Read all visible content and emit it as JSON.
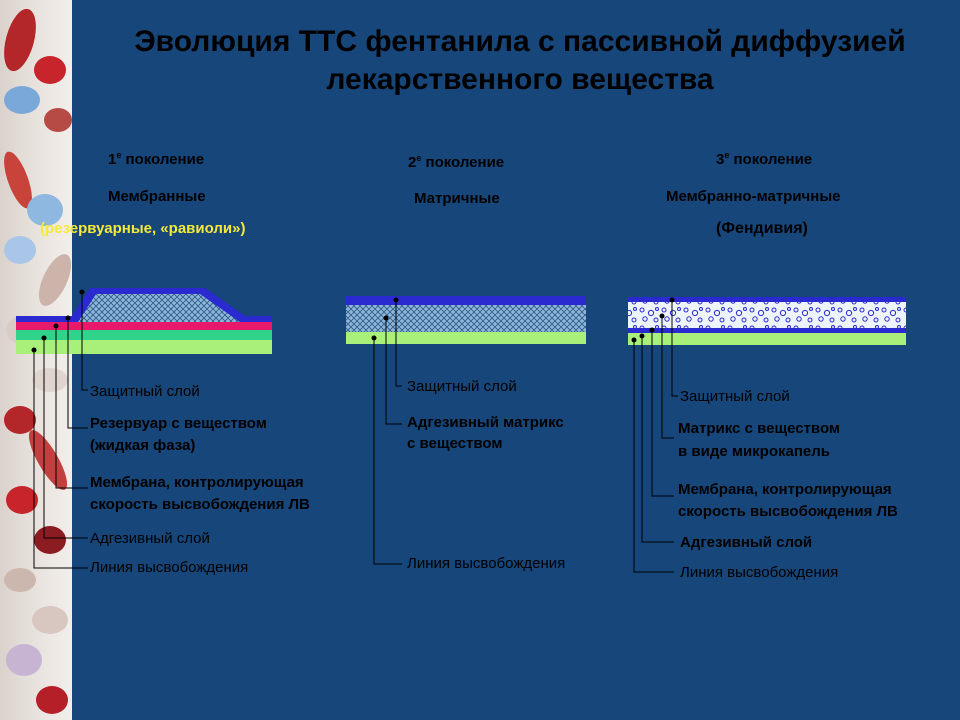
{
  "title": {
    "line1": "Эволюция ТТС фентанила с пассивной диффузией",
    "line2": "лекарственного вещества"
  },
  "columns": [
    {
      "gen_number": "1",
      "gen_sup": "е",
      "gen_text": " поколение",
      "type": "Мембранные",
      "subtitle": "(резервуарные, «равиоли»)",
      "labels": [
        "Защитный слой",
        "Резервуар с веществом",
        "(жидкая фаза)",
        "Мембрана, контролирующая",
        "скорость высвобождения ЛВ",
        "Адгезивный слой",
        "Линия высвобождения"
      ]
    },
    {
      "gen_number": "2",
      "gen_sup": "е",
      "gen_text": " поколение",
      "type": "Матричные",
      "labels": [
        "Защитный слой",
        "Адгезивный матрикс",
        "с веществом",
        "Линия высвобождения"
      ]
    },
    {
      "gen_number": "3",
      "gen_sup": "е",
      "gen_text": " поколение",
      "type": "Мембранно-матричные",
      "subtitle_open": "(",
      "subtitle": "Фендивия",
      "subtitle_close": ")",
      "labels": [
        "Защитный слой",
        "Матрикс с веществом",
        "в виде микрокапель",
        "Мембрана, контролирующая",
        "скорость высвобождения ЛВ",
        "Адгезивный слой",
        "Линия высвобождения"
      ]
    }
  ],
  "colors": {
    "background": "#16467a",
    "protective_layer": "#2a2ad0",
    "membrane": "#e8186a",
    "adhesive": "#2fd38a",
    "release_line": "#a8f07a",
    "matrix": "#c9dcef",
    "subtitle_yellow": "#f5e93a"
  }
}
